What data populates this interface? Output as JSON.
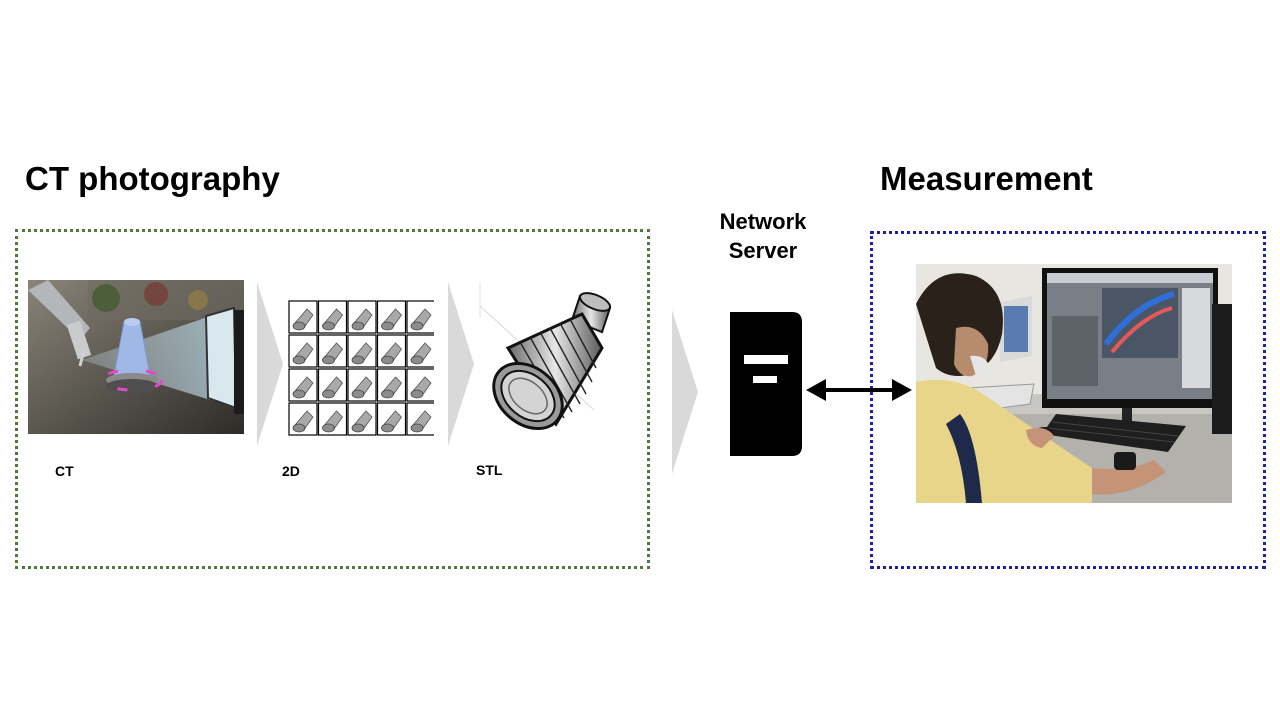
{
  "headings": {
    "ct_photography": "CT photography",
    "measurement": "Measurement"
  },
  "stages": {
    "ct": "CT",
    "two_d": "2D",
    "stl": "STL"
  },
  "server": {
    "line1": "Network",
    "line2": "Server"
  },
  "icons": {
    "flow_arrows": "chevron-right-icon",
    "server": "server-icon",
    "link": "double-headed-arrow-icon"
  },
  "colors": {
    "ct_box_border": "#4f7a3a",
    "measurement_box_border": "#1f1fa8",
    "chevron": "#d9d9d9",
    "server": "#000000"
  },
  "slice_grid": {
    "rows": 4,
    "cols": 5
  }
}
